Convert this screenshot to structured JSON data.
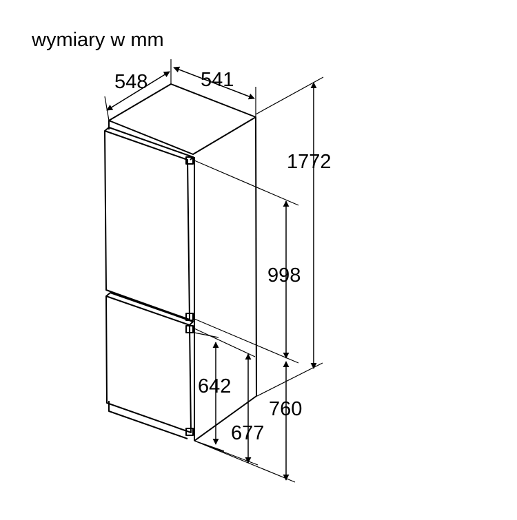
{
  "title": "wymiary w mm",
  "dimensions": {
    "depth": "548",
    "width": "541",
    "total_height": "1772",
    "upper_door_height": "998",
    "lower_height_a": "642",
    "lower_height_b": "677",
    "lower_height_c": "760"
  },
  "colors": {
    "line": "#000000",
    "background": "#ffffff"
  }
}
